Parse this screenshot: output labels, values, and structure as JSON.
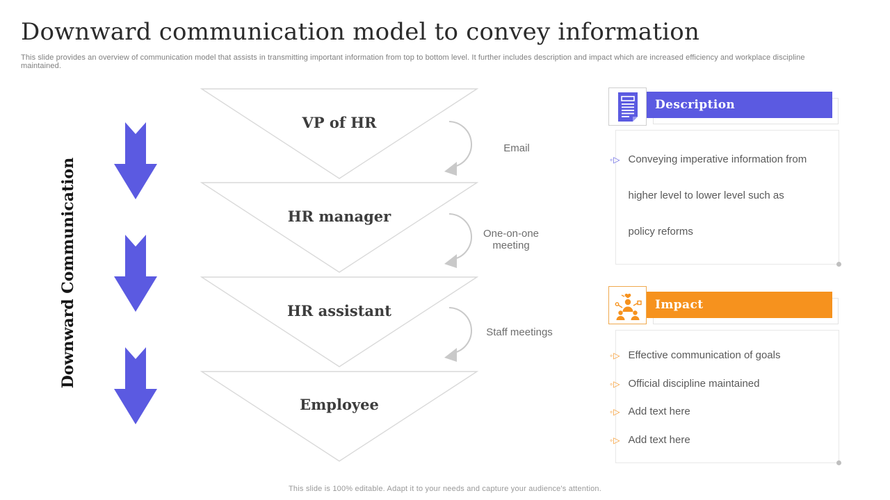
{
  "slide": {
    "title": "Downward communication model to convey information",
    "subtitle": "This slide provides an overview of communication model that assists in transmitting important information from top to bottom level. It further includes description and impact which are increased efficiency and workplace discipline maintained.",
    "side_label": "Downward Communication",
    "footer": "This slide is 100% editable.  Adapt it to your needs and capture your audience's attention."
  },
  "funnel": {
    "levels": [
      {
        "label": "VP of HR"
      },
      {
        "label": "HR manager"
      },
      {
        "label": "HR assistant"
      },
      {
        "label": "Employee"
      }
    ],
    "connectors": [
      {
        "label": "Email"
      },
      {
        "label": "One-on-one meeting"
      },
      {
        "label": "Staff meetings"
      }
    ]
  },
  "panels": [
    {
      "title": "Description",
      "icon": "document-icon",
      "accent_color": "#5b5ae1",
      "bullet_glyph": "◦▷",
      "items": [
        "Conveying imperative information from higher level to lower level such as policy reforms"
      ]
    },
    {
      "title": "Impact",
      "icon": "people-network-icon",
      "accent_color": "#f6921e",
      "bullet_glyph": "◦▷",
      "items": [
        "Effective communication of goals",
        "Official discipline maintained",
        "Add text here",
        "Add text here"
      ]
    }
  ],
  "colors": {
    "arrow_purple": "#5b5ae1",
    "description_accent": "#5b5ae1",
    "impact_accent": "#f6921e",
    "triangle_outline": "#d9d9d9",
    "connector_gray": "#c9c9c9",
    "title_text": "#2b2b2b",
    "body_text": "#595959",
    "muted_text": "#7f7f7f"
  }
}
